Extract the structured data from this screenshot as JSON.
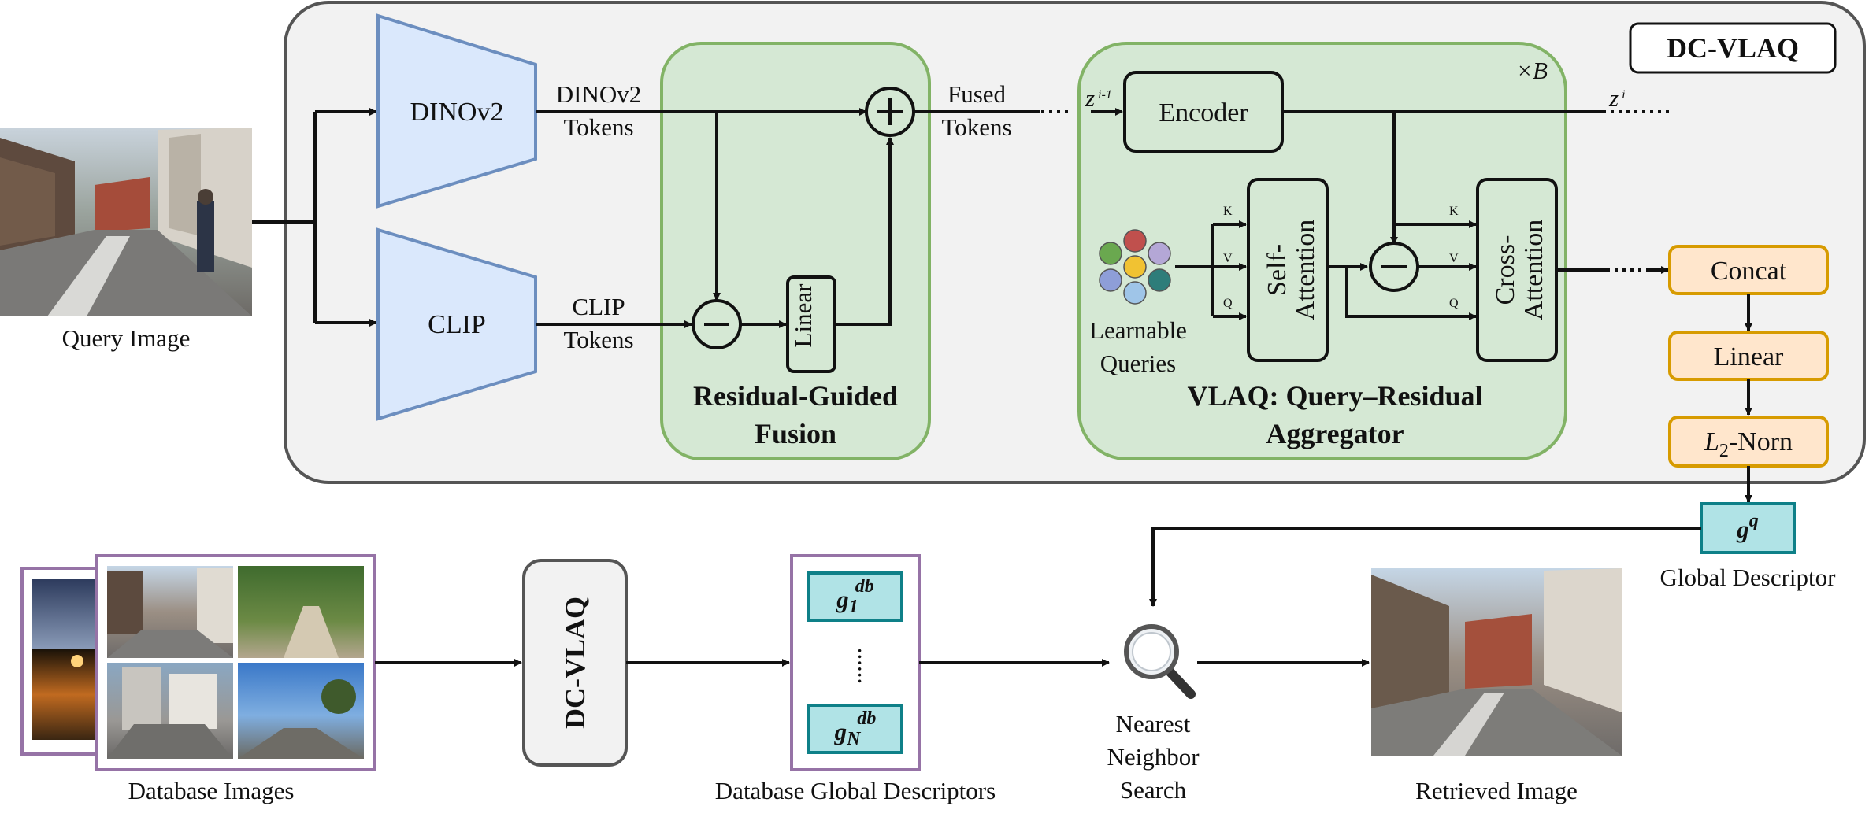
{
  "title_badge": "DC-VLAQ",
  "query_image": {
    "caption": "Query Image"
  },
  "backbones": {
    "dinov2": "DINOv2",
    "clip": "CLIP"
  },
  "tokens": {
    "dinov2_l1": "DINOv2",
    "dinov2_l2": "Tokens",
    "clip_l1": "CLIP",
    "clip_l2": "Tokens",
    "fused_l1": "Fused",
    "fused_l2": "Tokens"
  },
  "fusion": {
    "linear": "Linear",
    "title_l1": "Residual-Guided",
    "title_l2": "Fusion"
  },
  "vlaq": {
    "repeat": "×B",
    "z_prev": "z",
    "z_prev_sup": "i-1",
    "z_next": "z",
    "z_next_sup": "i",
    "encoder": "Encoder",
    "self_attention_l1": "Self-",
    "self_attention_l2": "Attention",
    "cross_attention_l1": "Cross-",
    "cross_attention_l2": "Attention",
    "k": "K",
    "v": "V",
    "q": "Q",
    "queries_l1": "Learnable",
    "queries_l2": "Queries",
    "title_l1": "VLAQ: Query–Residual",
    "title_l2": "Aggregator"
  },
  "head": {
    "concat": "Concat",
    "linear": "Linear",
    "norm_l": "L",
    "norm_sub": "2",
    "norm_rest": "-Norn"
  },
  "global_descriptor": {
    "symbol": "g",
    "sup": "q",
    "caption": "Global Descriptor"
  },
  "bottom": {
    "database_images": "Database Images",
    "dcvlaq": "DC-VLAQ",
    "g1_sym": "g",
    "g1_sub": "1",
    "g1_sup": "db",
    "dots": "......",
    "gn_sym": "g",
    "gn_sub": "N",
    "gn_sup": "db",
    "db_descriptors": "Database Global Descriptors",
    "nn_l1": "Nearest",
    "nn_l2": "Neighbor",
    "nn_l3": "Search",
    "retrieved": "Retrieved Image"
  },
  "colors": {
    "backbone_fill": "#dae8fc",
    "backbone_stroke": "#6c8ebf",
    "module_fill": "#d5e8d4",
    "module_stroke": "#82b366",
    "head_fill": "#ffe6cc",
    "head_stroke": "#d79b00",
    "descriptor_fill": "#b0e3e6",
    "descriptor_stroke": "#0e8088",
    "panel_fill": "#f2f2f2",
    "db_frame": "#9673a6"
  }
}
